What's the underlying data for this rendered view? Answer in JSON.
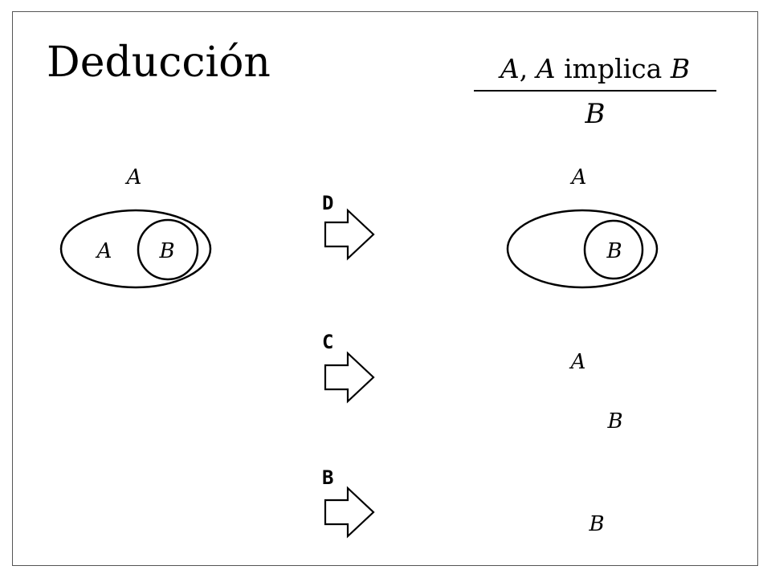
{
  "title": "Deducción",
  "rule": {
    "premise_a1": "A",
    "premise_sep": ",",
    "premise_a2": "A",
    "premise_word": "implica",
    "premise_b": "B",
    "conclusion": "B"
  },
  "left_diagram": {
    "outer_label": "A",
    "inner_a_label": "A",
    "inner_b_label": "B"
  },
  "arrows": [
    {
      "label": "D"
    },
    {
      "label": "C"
    },
    {
      "label": "B"
    }
  ],
  "right_diagram": {
    "outer_label": "A",
    "inner_b_label": "B"
  },
  "c_result": {
    "a_label": "A",
    "b_label": "B"
  },
  "b_result": {
    "b_label": "B"
  }
}
